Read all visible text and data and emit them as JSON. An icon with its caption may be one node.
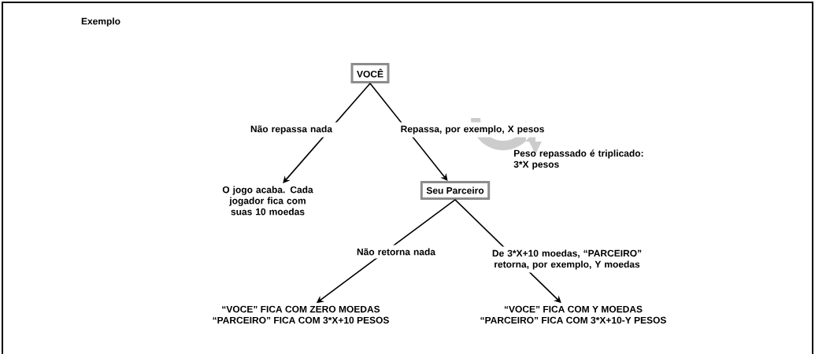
{
  "diagram": {
    "title": "Exemplo",
    "nodes": [
      {
        "text": [
          "VOCÊ"
        ]
      },
      {
        "text": [
          "O jogo acaba. Cada jogador fica com suas 10 moedas"
        ]
      },
      {
        "text": [
          "Seu Parceiro"
        ]
      },
      {
        "text": [
          "“VOCE” FICA COM ZERO MOEDAS",
          "“PARCEIRO” FICA COM 3*X+10 PESOS"
        ]
      },
      {
        "text": [
          "“VOCE” FICA COM Y MOEDAS",
          "“PARCEIRO” FICA COM 3*X+10-Y PESOS"
        ]
      }
    ],
    "edges": [
      {
        "from": 0,
        "to": 1,
        "arrow": "to",
        "label": "Não repassa nada"
      },
      {
        "from": 0,
        "to": 2,
        "arrow": "to",
        "label": "Repassa, por exemplo, X pesos"
      },
      {
        "from": 2,
        "to": 3,
        "arrow": "to",
        "label": "Não retorna nada"
      },
      {
        "from": 2,
        "to": 4,
        "arrow": "to",
        "label": "De 3*X+10 moedas, “PARCEIRO” retorna, por exemplo, Y moedas"
      }
    ],
    "labels": [
      "Peso repassado é triplicado: 3*X pesos"
    ]
  }
}
